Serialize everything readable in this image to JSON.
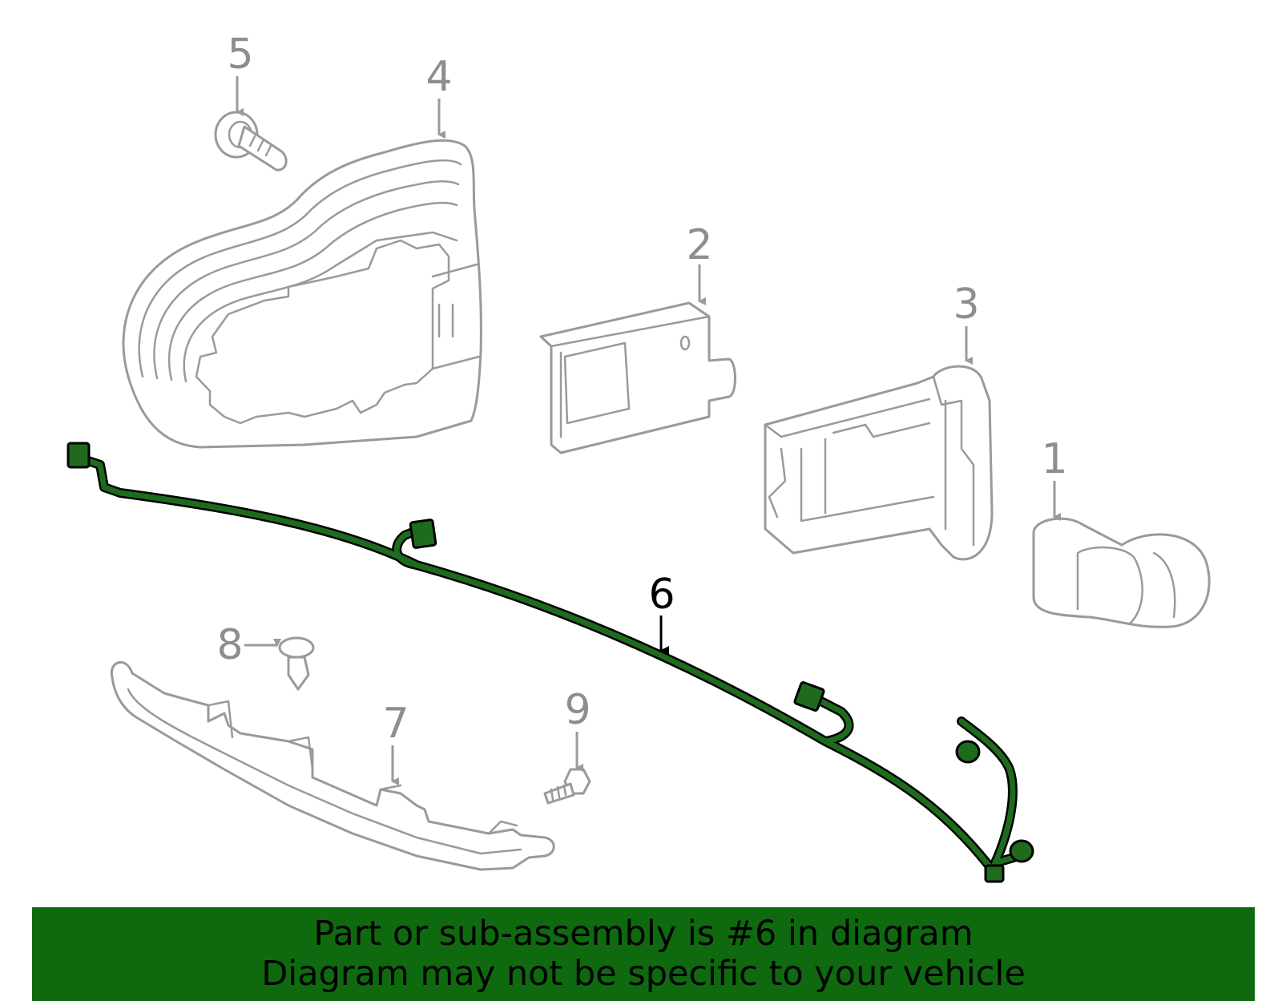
{
  "diagram": {
    "highlight_color": "#1e6b1e",
    "callouts": [
      {
        "number": "1",
        "part": "sensor"
      },
      {
        "number": "2",
        "part": "control-module"
      },
      {
        "number": "3",
        "part": "module-bracket"
      },
      {
        "number": "4",
        "part": "tail-lamp-housing"
      },
      {
        "number": "5",
        "part": "bolt"
      },
      {
        "number": "6",
        "part": "wiring-harness",
        "highlighted": true
      },
      {
        "number": "7",
        "part": "bumper-reinforcement"
      },
      {
        "number": "8",
        "part": "push-clip"
      },
      {
        "number": "9",
        "part": "screw"
      }
    ]
  },
  "banner": {
    "background": "#0f6a0f",
    "line1": "Part or sub-assembly is #6 in diagram",
    "line2": "Diagram may not be specific to your vehicle"
  }
}
